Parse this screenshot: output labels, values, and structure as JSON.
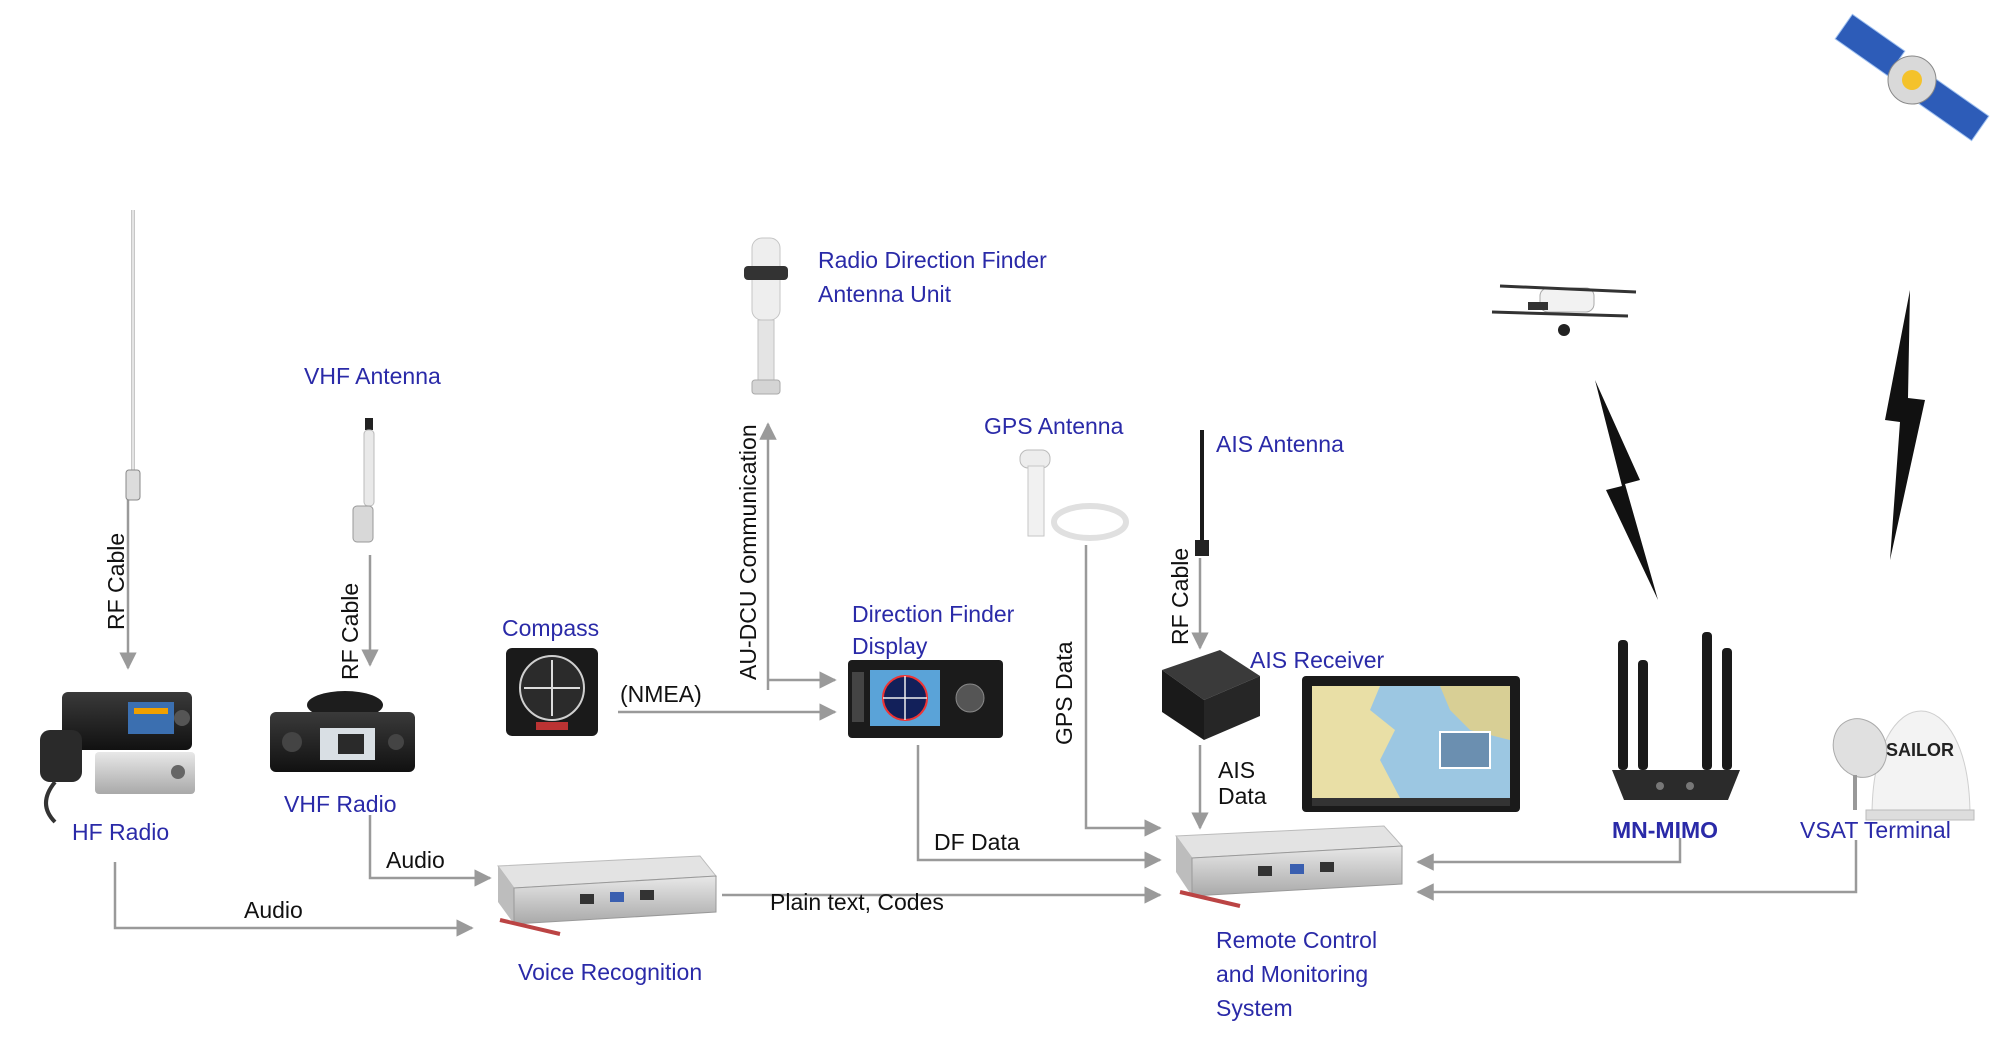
{
  "colors": {
    "device_label": "#2a2aa8",
    "connection_label": "#111111",
    "connector": "#9a9a9a",
    "lightning": "#111111"
  },
  "devices": {
    "hf_radio": "HF Radio",
    "vhf_antenna": "VHF Antenna",
    "vhf_radio": "VHF Radio",
    "compass": "Compass",
    "rdf_antenna_line1": "Radio Direction Finder",
    "rdf_antenna_line2": "Antenna Unit",
    "df_display_line1": "Direction Finder",
    "df_display_line2": "Display",
    "gps_antenna": "GPS Antenna",
    "ais_antenna": "AIS Antenna",
    "ais_receiver": "AIS Receiver",
    "mn_mimo": "MN-MIMO",
    "vsat_terminal": "VSAT Terminal",
    "voice_recognition": "Voice Recognition",
    "rcms_line1": "Remote Control",
    "rcms_line2": "and Monitoring",
    "rcms_line3": "System",
    "vsat_logo": "SAILOR"
  },
  "connections": {
    "hf_rf_cable": "RF Cable",
    "vhf_rf_cable": "RF Cable",
    "ais_rf_cable": "RF Cable",
    "au_dcu": "AU-DCU Communication",
    "nmea": "(NMEA)",
    "gps_data": "GPS Data",
    "ais_data_line1": "AIS",
    "ais_data_line2": "Data",
    "df_data": "DF Data",
    "vhf_audio": "Audio",
    "hf_audio": "Audio",
    "plain_text": "Plain text, Codes"
  },
  "icons": [
    "hf-antenna-icon",
    "vhf-antenna-icon",
    "hf-radio-icon",
    "vhf-radio-icon",
    "compass-icon",
    "rdf-antenna-icon",
    "df-display-icon",
    "gps-antenna-icon",
    "ais-antenna-icon",
    "ais-receiver-icon",
    "chart-display-icon",
    "voice-recognition-computer-icon",
    "rcms-computer-icon",
    "router-icon",
    "vsat-dome-icon",
    "drone-icon",
    "satellite-icon",
    "lightning-icon"
  ]
}
